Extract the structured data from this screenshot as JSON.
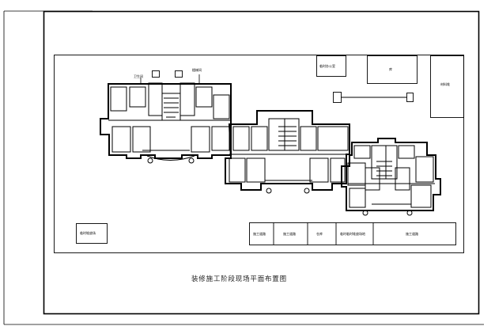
{
  "drawing": {
    "caption": "装修施工阶段现场平面布置图"
  },
  "site_labels": {
    "top_left_a": "卫生间",
    "top_left_b": "楼梯间",
    "top_box_left": "临时办公室",
    "top_box_middle": "库",
    "right_box": "材料堆",
    "bottom_left_box": "临时堆放场",
    "legend_1": "施工道路",
    "legend_2": "施工道路",
    "legend_3": "仓库",
    "legend_4": "临时临时堆放场地",
    "legend_5": "施工道路"
  },
  "colors": {
    "line": "#000000",
    "fill": "#ffffff"
  }
}
